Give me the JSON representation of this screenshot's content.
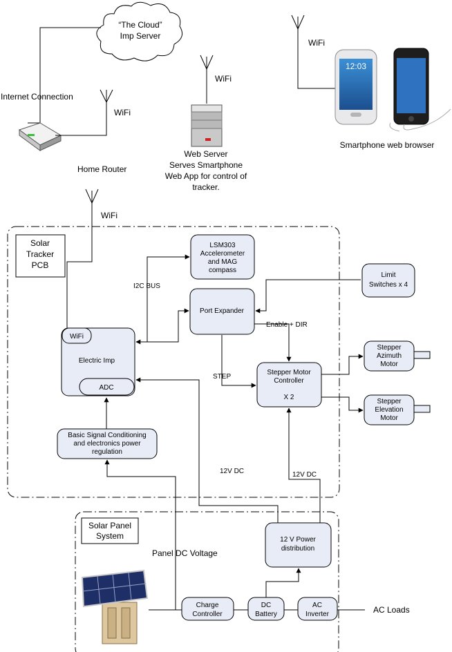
{
  "cloud": {
    "line1": "“The Cloud”",
    "line2": "Imp Server"
  },
  "internet_label": "Internet Connection",
  "router_label": "Home Router",
  "wifi_label": "WiFi",
  "web_server": {
    "lines": [
      "Web Server",
      "Serves Smartphone",
      "Web App for control of",
      "tracker."
    ]
  },
  "smartphone_label": "Smartphone web browser",
  "phone_screen_time": "12:03",
  "pcb": {
    "title_lines": [
      "Solar",
      "Tracker",
      "PCB"
    ]
  },
  "blocks": {
    "lsm303": [
      "LSM303",
      "Accelerometer",
      "and MAG",
      "compass"
    ],
    "port_expander": "Port Expander",
    "limit_switches": [
      "Limit",
      "Switches x 4"
    ],
    "electric_imp": "Electric Imp",
    "imp_wifi": "WiFi",
    "imp_adc": "ADC",
    "stepper_controller": [
      "Stepper Motor",
      "Controller",
      "X 2"
    ],
    "stepper_azimuth": [
      "Stepper",
      "Azimuth",
      "Motor"
    ],
    "stepper_elevation": [
      "Stepper",
      "Elevation",
      "Motor"
    ],
    "signal_conditioning": [
      "Basic Signal Conditioning",
      "and electronics power",
      "regulation"
    ],
    "power_distribution": [
      "12 V Power",
      "distribution"
    ],
    "charge_controller": [
      "Charge",
      "Controller"
    ],
    "dc_battery": [
      "DC",
      "Battery"
    ],
    "ac_inverter": [
      "AC",
      "Inverter"
    ]
  },
  "labels": {
    "i2c_bus": "I2C BUS",
    "enable_dir": "Enable + DIR",
    "step": "STEP",
    "v12_dc_left": "12V DC",
    "v12_dc_right": "12V DC",
    "panel_dc_voltage": "Panel DC Voltage",
    "ac_loads": "AC Loads"
  },
  "solar_system": {
    "title_lines": [
      "Solar Panel",
      "System"
    ]
  }
}
